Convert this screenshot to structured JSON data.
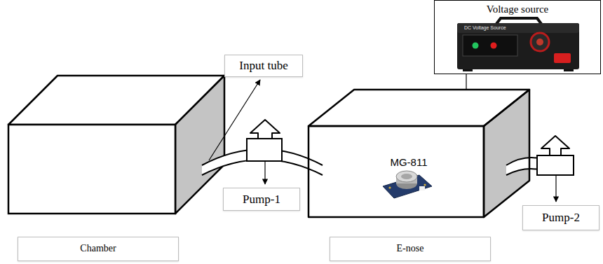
{
  "diagram": {
    "nodes": [
      {
        "text": [
          "Voltage source"
        ]
      },
      {
        "text": [
          "Input tube"
        ]
      },
      {
        "text": [
          "MG-811"
        ]
      },
      {
        "text": [
          "Pump-1"
        ]
      },
      {
        "text": [
          "Pump-2"
        ]
      },
      {
        "text": [
          "Chamber"
        ]
      },
      {
        "text": [
          "E-nose"
        ]
      }
    ],
    "edges": [
      {
        "from": 0,
        "to": 2,
        "arrow": "none"
      }
    ],
    "labels": [
      "DC Voltage Source"
    ]
  }
}
